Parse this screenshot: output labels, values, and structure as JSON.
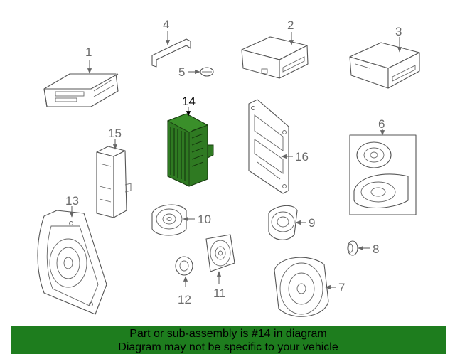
{
  "diagram": {
    "highlight_color": "#2f7a22",
    "callouts": {
      "c1": "1",
      "c2": "2",
      "c3": "3",
      "c4": "4",
      "c5": "5",
      "c6": "6",
      "c7": "7",
      "c8": "8",
      "c9": "9",
      "c10": "10",
      "c11": "11",
      "c12": "12",
      "c13": "13",
      "c14": "14",
      "c15": "15",
      "c16": "16"
    }
  },
  "banner": {
    "line1": "Part or sub-assembly is #14 in diagram",
    "line2": "Diagram may not be specific to your vehicle",
    "color": "#1e7d1e"
  }
}
